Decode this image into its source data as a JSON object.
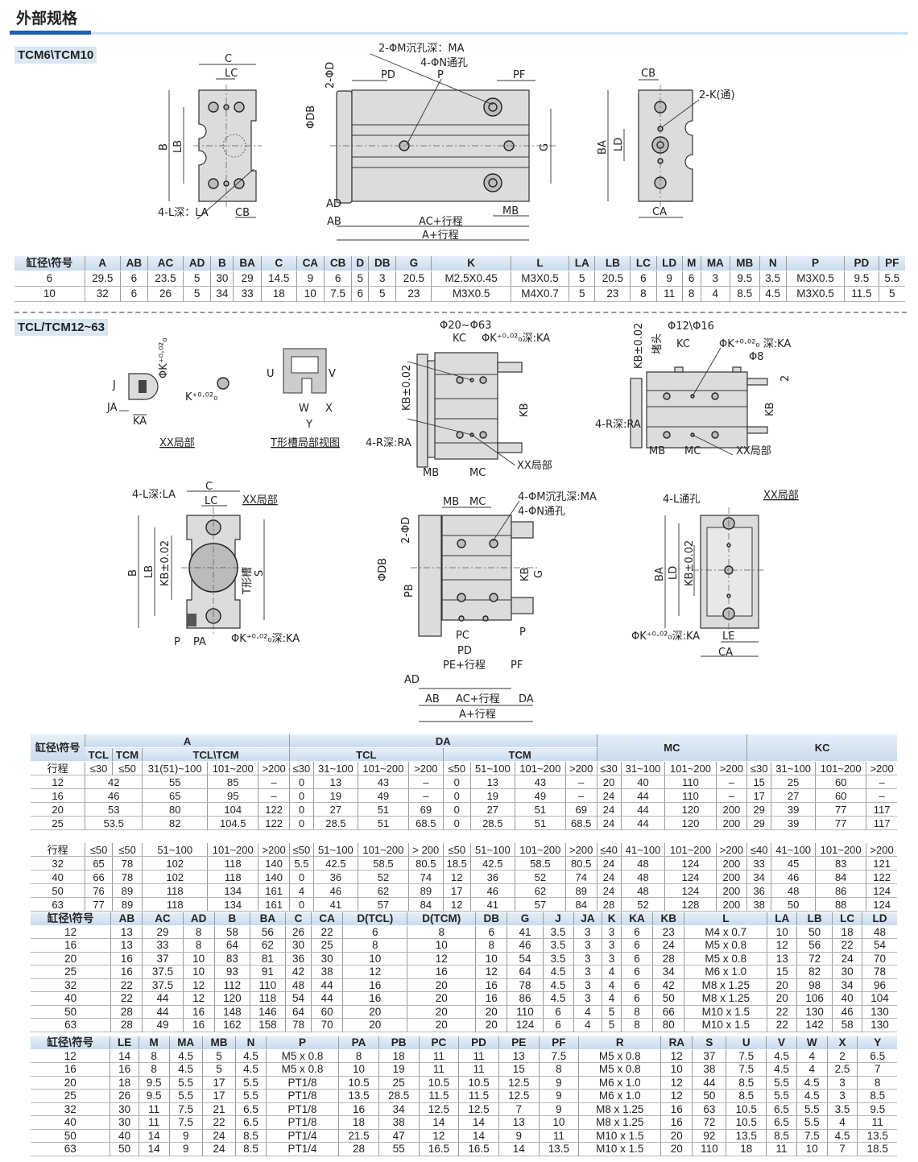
{
  "header": {
    "title": "外部规格",
    "section1": "TCM6\\TCM10",
    "section2": "TCL/TCM12~63"
  },
  "colors": {
    "accent": "#1f5fa8",
    "header_bg": "#d6e4f2",
    "body_fill": "#dcdcdc"
  },
  "drawings": {
    "top_end": {
      "c": "C",
      "lc": "LC",
      "b": "B",
      "lb": "LB",
      "la": "4-L深：LA",
      "cb": "CB"
    },
    "top_side": {
      "ma": "2-ΦM沉孔深：MA",
      "n": "4-ΦN通孔",
      "d": "2-ΦD",
      "db": "ΦDB",
      "pd": "PD",
      "p": "P",
      "pf": "PF",
      "g": "G",
      "ad": "AD",
      "ab": "AB",
      "ac": "AC+行程",
      "a": "A+行程",
      "mb": "MB"
    },
    "top_right": {
      "cb": "CB",
      "k": "2-K(通)",
      "ba": "BA",
      "ld": "LD",
      "ca": "CA"
    },
    "xx_detail": {
      "phik": "ΦK⁺⁰·⁰²₀",
      "j": "J",
      "ja": "JA",
      "ka": "KA",
      "k": "K⁺⁰·⁰²₀",
      "caption": "XX局部"
    },
    "tslot": {
      "u": "U",
      "v": "V",
      "w": "W",
      "x": "X",
      "y": "Y",
      "caption": "T形槽局部视图"
    },
    "large": {
      "title": "Φ20~Φ63",
      "kc": "KC",
      "k": "ΦK⁺⁰·⁰²₀深:KA",
      "kb_tol": "KB±0.02",
      "kb": "KB",
      "r": "4-R深:RA",
      "mb": "MB",
      "mc": "MC",
      "xx": "XX局部"
    },
    "small": {
      "title": "Φ12\\Φ16",
      "kb_tol": "KB±0.02",
      "plug": "堵头",
      "kc": "KC",
      "k": "ΦK⁺⁰·⁰²₀ 深:KA",
      "phi8": "Φ8",
      "two": "2",
      "kb": "KB",
      "r": "4-R深:RA",
      "mb": "MB",
      "mc": "MC",
      "xx": "XX局部"
    },
    "bot_end": {
      "la": "4-L深:LA",
      "c": "C",
      "lc": "LC",
      "xx": "XX局部",
      "b": "B",
      "lb": "LB",
      "kb_tol": "KB±0.02",
      "tslot": "T形槽",
      "s": "S",
      "p": "P",
      "pa": "PA",
      "k": "ΦK⁺⁰·⁰²₀深:KA"
    },
    "bot_side": {
      "mb": "MB",
      "mc": "MC",
      "ma": "4-ΦM沉孔深:MA",
      "n": "4-ΦN通孔",
      "d": "2-ΦD",
      "db": "ΦDB",
      "pb": "PB",
      "kb": "KB",
      "g": "G",
      "p": "P",
      "pc": "PC",
      "pd": "PD",
      "pe": "PE+行程",
      "pf": "PF",
      "ad": "AD",
      "ab": "AB",
      "ac": "AC+行程",
      "da": "DA",
      "a": "A+行程"
    },
    "bot_right": {
      "l": "4-L通孔",
      "xx": "XX局部",
      "ba": "BA",
      "kb_tol": "KB±0.02",
      "ld": "LD",
      "k": "ΦK⁺⁰·⁰²₀深:KA",
      "le": "LE",
      "ca": "CA"
    }
  },
  "table1": {
    "headers": [
      "缸径\\符号",
      "A",
      "AB",
      "AC",
      "AD",
      "B",
      "BA",
      "C",
      "CA",
      "CB",
      "D",
      "DB",
      "G",
      "K",
      "L",
      "LA",
      "LB",
      "LC",
      "LD",
      "M",
      "MA",
      "MB",
      "N",
      "P",
      "PD",
      "PF"
    ],
    "rows": [
      [
        "6",
        "29.5",
        "6",
        "23.5",
        "5",
        "30",
        "29",
        "14.5",
        "9",
        "6",
        "5",
        "3",
        "20.5",
        "M2.5X0.45",
        "M3X0.5",
        "5",
        "20.5",
        "6",
        "9",
        "6",
        "3",
        "9.5",
        "3.5",
        "M3X0.5",
        "9.5",
        "5.5"
      ],
      [
        "10",
        "32",
        "6",
        "26",
        "5",
        "34",
        "33",
        "18",
        "10",
        "7.5",
        "6",
        "5",
        "23",
        "M3X0.5",
        "M4X0.7",
        "5",
        "23",
        "8",
        "11",
        "8",
        "4",
        "8.5",
        "4.5",
        "M3X0.5",
        "11.5",
        "5"
      ]
    ]
  },
  "table2": {
    "corner": "缸径\\符号",
    "groups": {
      "a": "A",
      "da": "DA",
      "mc": "MC",
      "kc": "KC"
    },
    "sub": {
      "tcl": "TCL",
      "tcm": "TCM",
      "tcltcm": "TCL\\TCM",
      "da_tcl": "TCL",
      "da_tcm": "TCM"
    },
    "part1": {
      "stroke": [
        "行程",
        "≤30",
        "≤50",
        "31(51)~100",
        "101~200",
        ">200",
        "≤30",
        "31~100",
        "101~200",
        ">200",
        "≤50",
        "51~100",
        "101~200",
        ">200",
        "≤30",
        "31~100",
        "101~200",
        ">200",
        "≤30",
        "31~100",
        "101~200",
        ">200"
      ],
      "rows": [
        [
          "12",
          "42",
          "55",
          "85",
          "–",
          "0",
          "13",
          "43",
          "–",
          "0",
          "13",
          "43",
          "–",
          "20",
          "40",
          "110",
          "–",
          "15",
          "25",
          "60",
          "–"
        ],
        [
          "16",
          "46",
          "65",
          "95",
          "–",
          "0",
          "19",
          "49",
          "–",
          "0",
          "19",
          "49",
          "–",
          "24",
          "44",
          "110",
          "–",
          "17",
          "27",
          "60",
          "–"
        ],
        [
          "20",
          "53",
          "80",
          "104",
          "122",
          "0",
          "27",
          "51",
          "69",
          "0",
          "27",
          "51",
          "69",
          "24",
          "44",
          "120",
          "200",
          "29",
          "39",
          "77",
          "117"
        ],
        [
          "25",
          "53.5",
          "82",
          "104.5",
          "122",
          "0",
          "28.5",
          "51",
          "68.5",
          "0",
          "28.5",
          "51",
          "68.5",
          "24",
          "44",
          "120",
          "200",
          "29",
          "39",
          "77",
          "117"
        ]
      ]
    },
    "part2": {
      "stroke": [
        "行程",
        "≤50",
        "≤50",
        "51~100",
        "101~200",
        ">200",
        "≤50",
        "51~100",
        "101~200",
        "> 200",
        "≤50",
        "51~100",
        "101~200",
        ">200",
        "≤40",
        "41~100",
        "101~200",
        ">200",
        "≤40",
        "41~100",
        "101~200",
        ">200"
      ],
      "rows": [
        [
          "32",
          "65",
          "78",
          "102",
          "118",
          "140",
          "5.5",
          "42.5",
          "58.5",
          "80.5",
          "18.5",
          "42.5",
          "58.5",
          "80.5",
          "24",
          "48",
          "124",
          "200",
          "33",
          "45",
          "83",
          "121"
        ],
        [
          "40",
          "66",
          "78",
          "102",
          "118",
          "140",
          "0",
          "36",
          "52",
          "74",
          "12",
          "36",
          "52",
          "74",
          "24",
          "48",
          "124",
          "200",
          "34",
          "46",
          "84",
          "122"
        ],
        [
          "50",
          "76",
          "89",
          "118",
          "134",
          "161",
          "4",
          "46",
          "62",
          "89",
          "17",
          "46",
          "62",
          "89",
          "24",
          "48",
          "124",
          "200",
          "36",
          "48",
          "86",
          "124"
        ],
        [
          "63",
          "77",
          "89",
          "118",
          "134",
          "161",
          "0",
          "41",
          "57",
          "84",
          "12",
          "41",
          "57",
          "84",
          "28",
          "52",
          "128",
          "200",
          "38",
          "50",
          "88",
          "124"
        ]
      ]
    }
  },
  "table3": {
    "headers": [
      "缸径\\符号",
      "AB",
      "AC",
      "AD",
      "B",
      "BA",
      "C",
      "CA",
      "D(TCL)",
      "D(TCM)",
      "DB",
      "G",
      "J",
      "JA",
      "K",
      "KA",
      "KB",
      "L",
      "LA",
      "LB",
      "LC",
      "LD"
    ],
    "rows": [
      [
        "12",
        "13",
        "29",
        "8",
        "58",
        "56",
        "26",
        "22",
        "6",
        "8",
        "6",
        "41",
        "3.5",
        "3",
        "3",
        "6",
        "23",
        "M4 x 0.7",
        "10",
        "50",
        "18",
        "48"
      ],
      [
        "16",
        "13",
        "33",
        "8",
        "64",
        "62",
        "30",
        "25",
        "8",
        "10",
        "8",
        "46",
        "3.5",
        "3",
        "3",
        "6",
        "24",
        "M5 x 0.8",
        "12",
        "56",
        "22",
        "54"
      ],
      [
        "20",
        "16",
        "37",
        "10",
        "83",
        "81",
        "36",
        "30",
        "10",
        "12",
        "10",
        "54",
        "3.5",
        "3",
        "3",
        "6",
        "28",
        "M5 x 0.8",
        "13",
        "72",
        "24",
        "70"
      ],
      [
        "25",
        "16",
        "37.5",
        "10",
        "93",
        "91",
        "42",
        "38",
        "12",
        "16",
        "12",
        "64",
        "4.5",
        "3",
        "4",
        "6",
        "34",
        "M6 x 1.0",
        "15",
        "82",
        "30",
        "78"
      ],
      [
        "32",
        "22",
        "37.5",
        "12",
        "112",
        "110",
        "48",
        "44",
        "16",
        "20",
        "16",
        "78",
        "4.5",
        "3",
        "4",
        "6",
        "42",
        "M8 x 1.25",
        "20",
        "98",
        "34",
        "96"
      ],
      [
        "40",
        "22",
        "44",
        "12",
        "120",
        "118",
        "54",
        "44",
        "16",
        "20",
        "16",
        "86",
        "4.5",
        "3",
        "4",
        "6",
        "50",
        "M8 x 1.25",
        "20",
        "106",
        "40",
        "104"
      ],
      [
        "50",
        "28",
        "44",
        "16",
        "148",
        "146",
        "64",
        "60",
        "20",
        "20",
        "20",
        "110",
        "6",
        "4",
        "5",
        "8",
        "66",
        "M10 x 1.5",
        "22",
        "130",
        "46",
        "130"
      ],
      [
        "63",
        "28",
        "49",
        "16",
        "162",
        "158",
        "78",
        "70",
        "20",
        "20",
        "20",
        "124",
        "6",
        "4",
        "5",
        "8",
        "80",
        "M10 x 1.5",
        "22",
        "142",
        "58",
        "130"
      ]
    ]
  },
  "table4": {
    "headers": [
      "缸径\\符号",
      "LE",
      "M",
      "MA",
      "MB",
      "N",
      "P",
      "PA",
      "PB",
      "PC",
      "PD",
      "PE",
      "PF",
      "R",
      "RA",
      "S",
      "U",
      "V",
      "W",
      "X",
      "Y"
    ],
    "rows": [
      [
        "12",
        "14",
        "8",
        "4.5",
        "5",
        "4.5",
        "M5 x 0.8",
        "8",
        "18",
        "11",
        "11",
        "13",
        "7.5",
        "M5 x 0.8",
        "12",
        "37",
        "7.5",
        "4.5",
        "4",
        "2",
        "6.5"
      ],
      [
        "16",
        "16",
        "8",
        "4.5",
        "5",
        "4.5",
        "M5 x 0.8",
        "10",
        "19",
        "11",
        "11",
        "15",
        "8",
        "M5 x 0.8",
        "10",
        "38",
        "7.5",
        "4.5",
        "4",
        "2.5",
        "7"
      ],
      [
        "20",
        "18",
        "9.5",
        "5.5",
        "17",
        "5.5",
        "PT1/8",
        "10.5",
        "25",
        "10.5",
        "10.5",
        "12.5",
        "9",
        "M6 x 1.0",
        "12",
        "44",
        "8.5",
        "5.5",
        "4.5",
        "3",
        "8"
      ],
      [
        "25",
        "26",
        "9.5",
        "5.5",
        "17",
        "5.5",
        "PT1/8",
        "13.5",
        "28.5",
        "11.5",
        "11.5",
        "12.5",
        "9",
        "M6 x 1.0",
        "12",
        "50",
        "8.5",
        "5.5",
        "4.5",
        "3",
        "8.5"
      ],
      [
        "32",
        "30",
        "11",
        "7.5",
        "21",
        "6.5",
        "PT1/8",
        "16",
        "34",
        "12.5",
        "12.5",
        "7",
        "9",
        "M8 x 1.25",
        "16",
        "63",
        "10.5",
        "6.5",
        "5.5",
        "3.5",
        "9.5"
      ],
      [
        "40",
        "30",
        "11",
        "7.5",
        "22",
        "6.5",
        "PT1/8",
        "18",
        "38",
        "14",
        "14",
        "13",
        "10",
        "M8 x 1.25",
        "16",
        "72",
        "10.5",
        "6.5",
        "5.5",
        "4",
        "11"
      ],
      [
        "50",
        "40",
        "14",
        "9",
        "24",
        "8.5",
        "PT1/4",
        "21.5",
        "47",
        "12",
        "14",
        "9",
        "11",
        "M10 x 1.5",
        "20",
        "92",
        "13.5",
        "8.5",
        "7.5",
        "4.5",
        "13.5"
      ],
      [
        "63",
        "50",
        "14",
        "9",
        "24",
        "8.5",
        "PT1/4",
        "28",
        "55",
        "16.5",
        "16.5",
        "14",
        "13.5",
        "M10 x 1.5",
        "20",
        "110",
        "18",
        "11",
        "10",
        "7",
        "18.5"
      ]
    ]
  }
}
